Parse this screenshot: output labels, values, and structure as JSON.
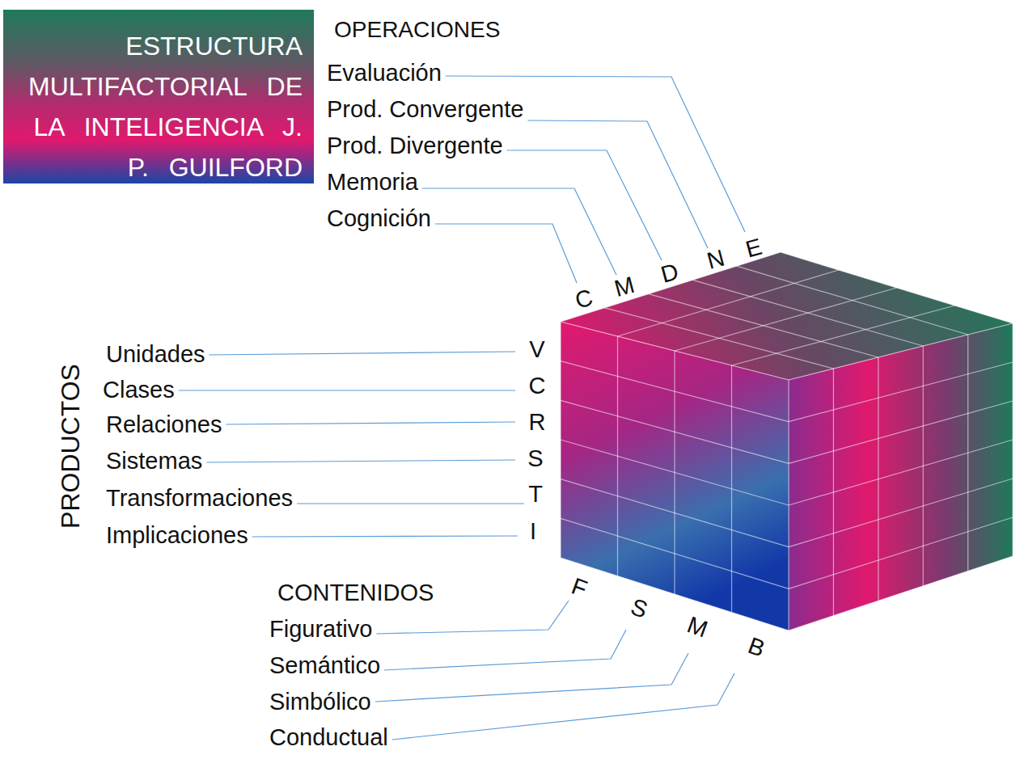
{
  "diagram": {
    "title": "ESTRUCTURA MULTIFACTORIAL DE LA INTELIGENCIA J. P. GUILFORD",
    "labels": [
      "OPERACIONES",
      "Evaluación",
      "Prod. Convergente",
      "Prod. Divergente",
      "Memoria",
      "Cognición",
      "C",
      "M",
      "D",
      "N",
      "E",
      "PRODUCTOS",
      "Unidades",
      "Clases",
      "Relaciones",
      "Sistemas",
      "Transformaciones",
      "Implicaciones",
      "V",
      "C",
      "R",
      "S",
      "T",
      "I",
      "CONTENIDOS",
      "Figurativo",
      "Semántico",
      "Simbólico",
      "Conductual",
      "F",
      "S",
      "M",
      "B"
    ]
  }
}
